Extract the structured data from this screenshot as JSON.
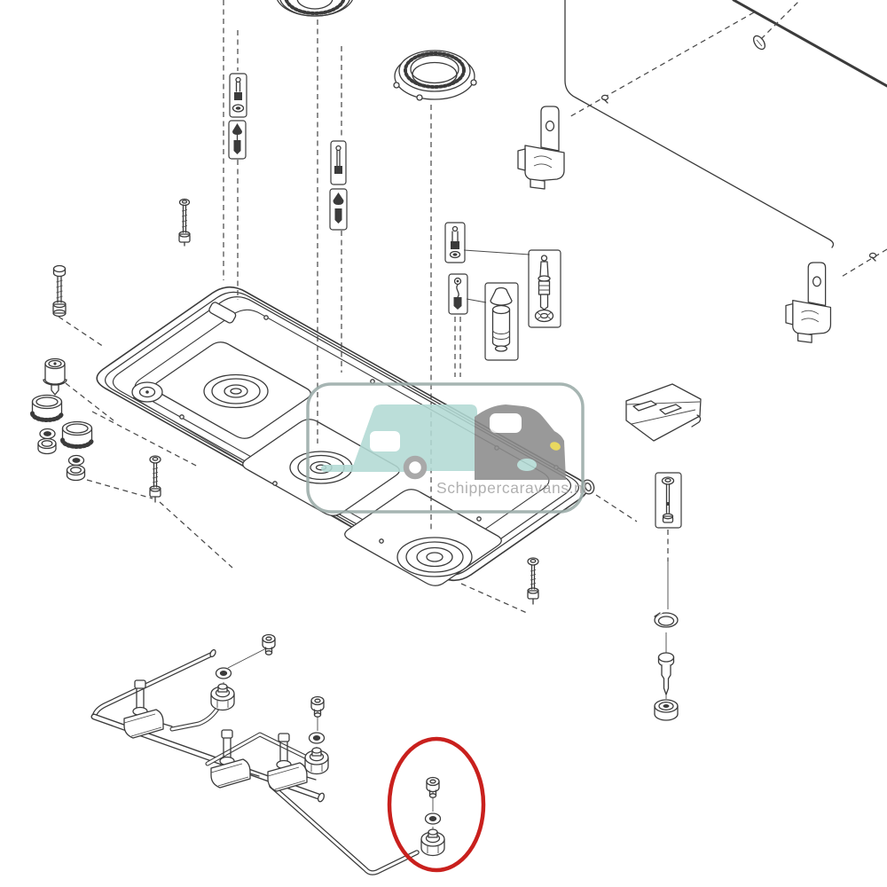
{
  "watermark": {
    "text": "Schippercaravans.nl",
    "logo": "caravan-and-car-logo",
    "framed": true
  },
  "colors": {
    "background": "#ffffff",
    "line": "#3b3b3b",
    "highlight_red": "#c9201d",
    "caravan_teal": "#b2dad4",
    "car_gray": "#8c8c8c",
    "headlight_yellow": "#e6d44a",
    "wheel_gray": "#9e9e9e",
    "frame_gray": "#9aaba8",
    "watermark_text_gray": "#a6a6a6"
  },
  "highlight": {
    "shape": "ellipse",
    "color": "#c9201d",
    "marks": "pipe-elbow-fitting-assembly"
  },
  "parts": [
    "burner-cap-top",
    "burner-base-ring",
    "glass-lid-panel",
    "lid-grommet",
    "hinge-bracket-left",
    "hinge-bracket-right",
    "cooktop-body-pan",
    "burner-mount-small",
    "burner-mount-middle",
    "burner-mount-large",
    "control-knob-1",
    "control-knob-2",
    "ignition-switch",
    "seal-ring-and-burner-cup-pair-1",
    "seal-ring-and-burner-cup-pair-2",
    "mounting-bolt-long",
    "mounting-screw-left",
    "mounting-screw-front",
    "mounting-screw-right",
    "injector-box-1",
    "electrode-box-1",
    "injector-box-2",
    "electrode-box-2",
    "burner-cup-box",
    "spark-plug-box",
    "thermocouple-carrier-bracket",
    "screw-box-right",
    "retaining-ring",
    "injector-needle",
    "cap-nut",
    "gas-valve-1",
    "gas-valve-2",
    "gas-valve-3",
    "manifold-rail",
    "inlet-pipe",
    "banjo-bolt-1",
    "banjo-bolt-2",
    "banjo-bolt-3",
    "washer-1",
    "washer-2",
    "washer-3",
    "elbow-nut-1",
    "elbow-nut-2",
    "elbow-nut-3-highlighted",
    "gas-pipe-middle",
    "gas-pipe-long"
  ]
}
